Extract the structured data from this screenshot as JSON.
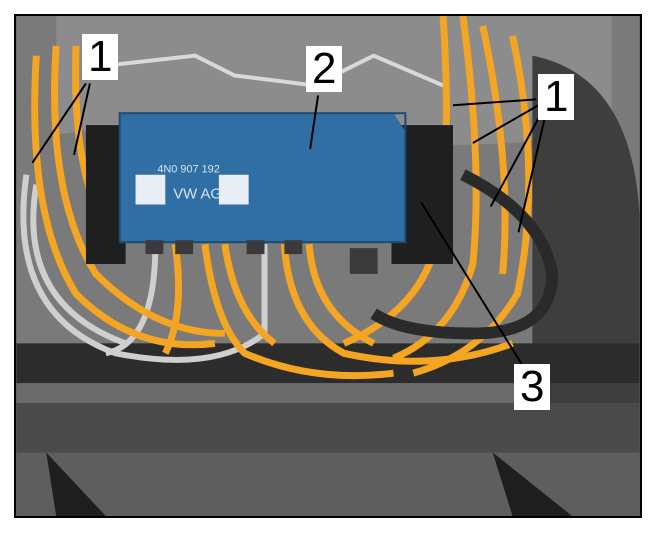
{
  "callouts": {
    "c1_left": "1",
    "c2": "2",
    "c1_right": "1",
    "c3": "3"
  },
  "module_label": {
    "part_number": "4N0 907 192",
    "brand": "VW AG"
  },
  "colors": {
    "wire_orange": "#f4a623",
    "wire_grey": "#c8c8c8",
    "module_blue": "#2f6fa3",
    "frame": "#000000"
  }
}
